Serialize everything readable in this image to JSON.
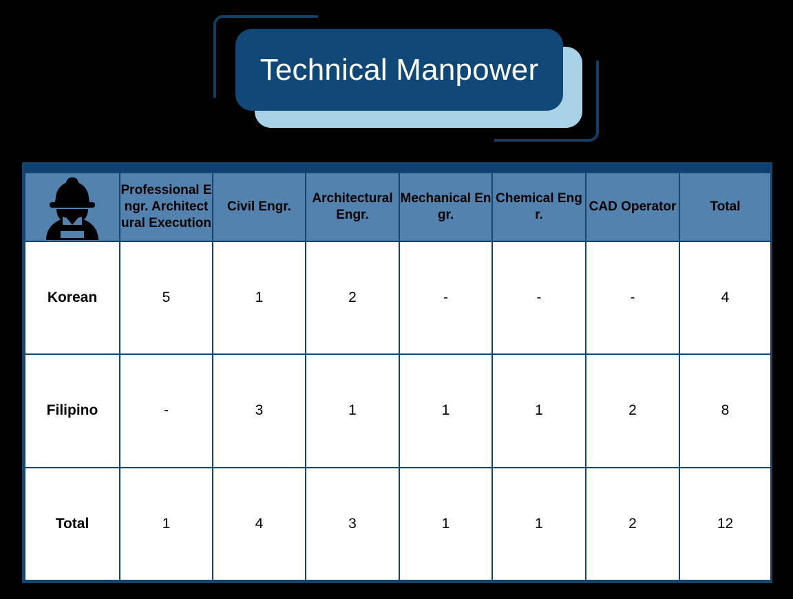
{
  "title": {
    "text": "Technical Manpower",
    "box_color": "#0f4877",
    "shadow_box_color": "#a7d2e8",
    "bracket_color": "#123f63",
    "text_color": "#ffffff"
  },
  "table": {
    "header_bg": "#5282ad",
    "top_band_color": "#0d4070",
    "border_color": "#13466e",
    "body_bg": "#ffffff",
    "corner_icon": "construction-worker-icon",
    "columns": [
      "",
      "Professional Engr. Architectural Execution",
      "Civil Engr.",
      "Architectural Engr.",
      "Mechanical Engr.",
      "Chemical Engr.",
      "CAD Operator",
      "Total"
    ],
    "rows": [
      {
        "label": "Korean",
        "values": [
          "5",
          "1",
          "2",
          "-",
          "-",
          "-",
          "4"
        ]
      },
      {
        "label": "Filipino",
        "values": [
          "-",
          "3",
          "1",
          "1",
          "1",
          "2",
          "8"
        ]
      },
      {
        "label": "Total",
        "values": [
          "1",
          "4",
          "3",
          "1",
          "1",
          "2",
          "12"
        ]
      }
    ]
  }
}
